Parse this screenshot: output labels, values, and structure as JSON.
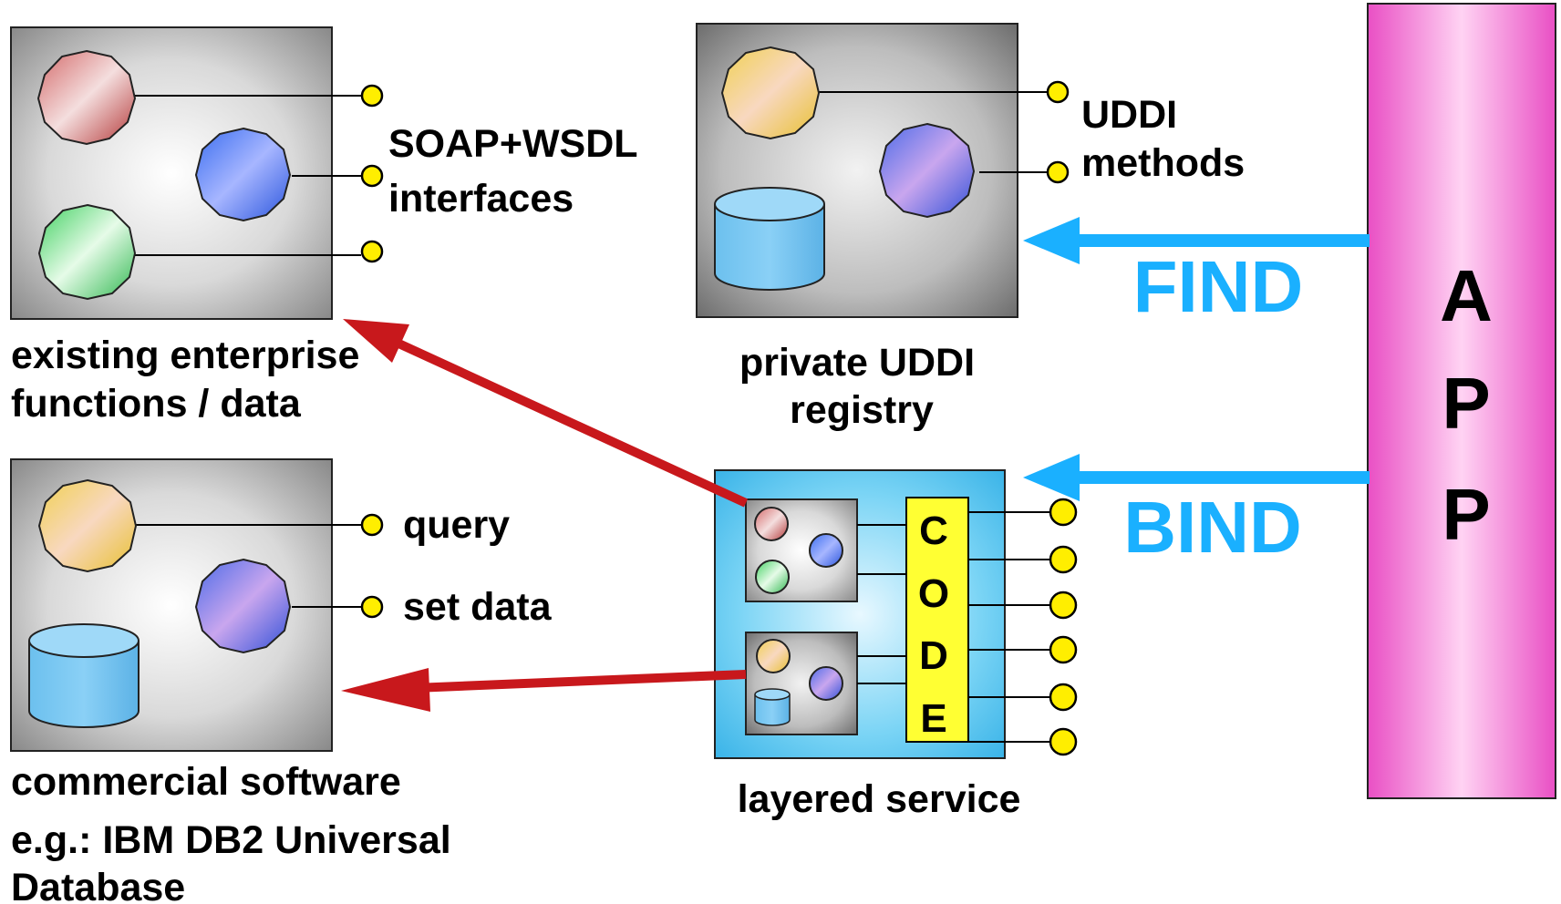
{
  "enterprise": {
    "interface_line1": "SOAP+WSDL",
    "interface_line2": "interfaces",
    "caption_line1": "existing enterprise",
    "caption_line2": "functions / data"
  },
  "registry": {
    "methods_line1": "UDDI",
    "methods_line2": "methods",
    "caption_line1": "private UDDI",
    "caption_line2": "registry"
  },
  "commercial": {
    "port1": "query",
    "port2": "set data",
    "caption_line1": "commercial software",
    "caption_line2": "e.g.: IBM DB2 Universal",
    "caption_line3": "Database"
  },
  "layered": {
    "code_letters": [
      "C",
      "O",
      "D",
      "E"
    ],
    "caption": "layered service"
  },
  "app": {
    "letters": [
      "A",
      "P",
      "P"
    ]
  },
  "arrows": {
    "find": "FIND",
    "bind": "BIND"
  },
  "colors": {
    "arrow_blue": "#1ab0ff",
    "arrow_red": "#c8181c",
    "app_pink": "#f27ad6",
    "code_yellow": "#ffff33",
    "port_yellow": "#ffee00",
    "layered_blue": "#7ad4f5"
  }
}
